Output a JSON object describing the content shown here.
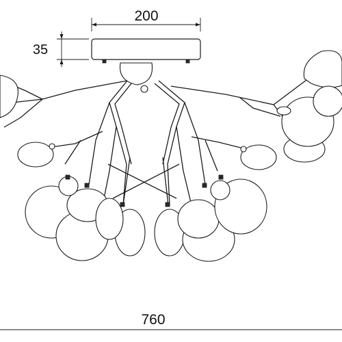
{
  "dimensions": {
    "canopy_width": "200",
    "canopy_height": "35",
    "overall_width": "760"
  },
  "colors": {
    "line": "#1a1a1a",
    "background": "#ffffff"
  }
}
